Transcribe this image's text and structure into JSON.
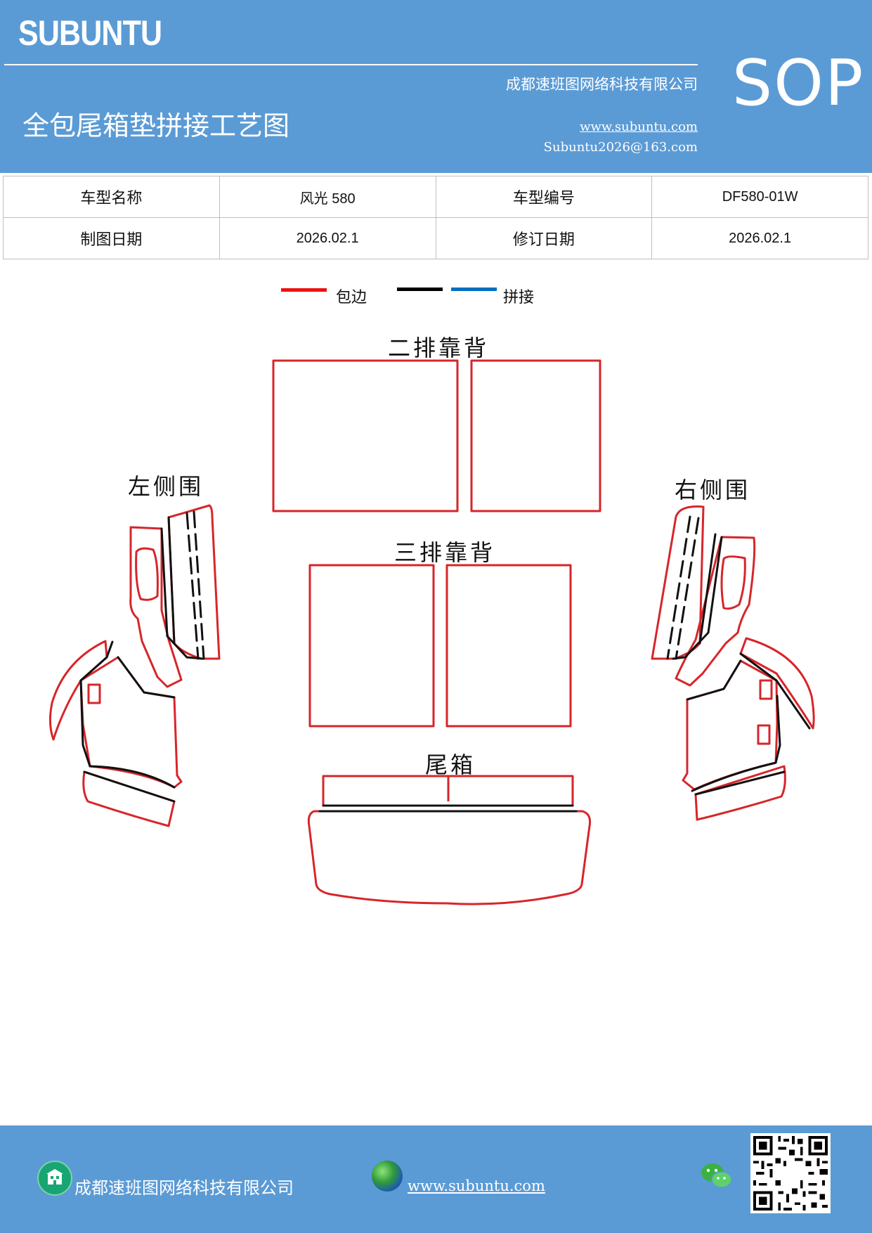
{
  "header": {
    "brand": "SUBUNTU",
    "company": "成都速班图网络科技有限公司",
    "title": "全包尾箱垫拼接工艺图",
    "website": "www.subuntu.com",
    "email": "Subuntu2026@163.com",
    "badge": "SOP"
  },
  "info_table": {
    "rows": [
      [
        "车型名称",
        "风光 580",
        "车型编号",
        "DF580-01W"
      ],
      [
        "制图日期",
        "2026.02.1",
        "修订日期",
        "2026.02.1"
      ]
    ]
  },
  "legend": {
    "red_label": "包边",
    "splice_label": "拼接",
    "colors": {
      "red": "#ee1111",
      "black": "#000000",
      "blue": "#0070c0"
    }
  },
  "diagram": {
    "labels": {
      "second_row": "二排靠背",
      "third_row": "三排靠背",
      "trunk": "尾箱",
      "left_side": "左侧围",
      "right_side": "右侧围"
    }
  },
  "footer": {
    "company": "成都速班图网络科技有限公司",
    "website": "www.subuntu.com",
    "icons": [
      "building-icon",
      "globe-icon",
      "wechat-icon",
      "qr-code"
    ]
  }
}
